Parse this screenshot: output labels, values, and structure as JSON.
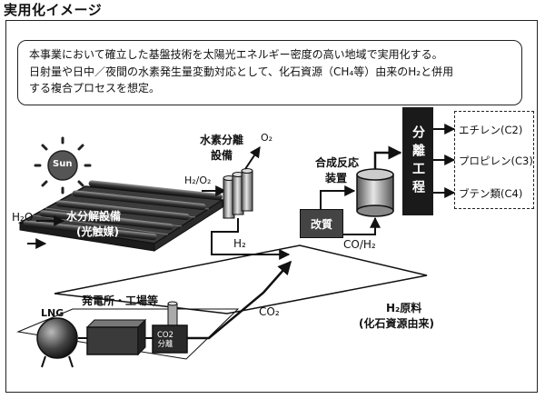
{
  "page_title": "実用化イメージ",
  "description": {
    "line1": "本事業において確立した基盤技術を太陽光エネルギー密度の高い地域で実用化する。",
    "line2": "日射量や日中／夜間の水素発生量変動対応として、化石資源（CH₄等）由来のH₂と併用",
    "line3": "する複合プロセスを想定。"
  },
  "diagram": {
    "sun": "Sun",
    "h2o": "H₂O",
    "water_splitting_line1": "水分解設備",
    "water_splitting_line2": "(光触媒)",
    "h2o2": "H₂/O₂",
    "hydrogen_separation_line1": "水素分離",
    "hydrogen_separation_line2": "設備",
    "o2": "O₂",
    "h2": "H₂",
    "synthesis_line1": "合成反応",
    "synthesis_line2": "装置",
    "reforming": "改質",
    "co_h2": "CO/H₂",
    "separation_process": "分離工程",
    "products": [
      "エチレン(C2)",
      "プロピレン(C3)",
      "ブテン類(C4)"
    ],
    "plant": "発電所・工場等",
    "lng": "LNG",
    "co2_separation_line1": "CO2",
    "co2_separation_line2": "分離",
    "co2": "CO₂",
    "h2_feedstock_line1": "H₂原料",
    "h2_feedstock_line2": "(化石資源由来)"
  }
}
